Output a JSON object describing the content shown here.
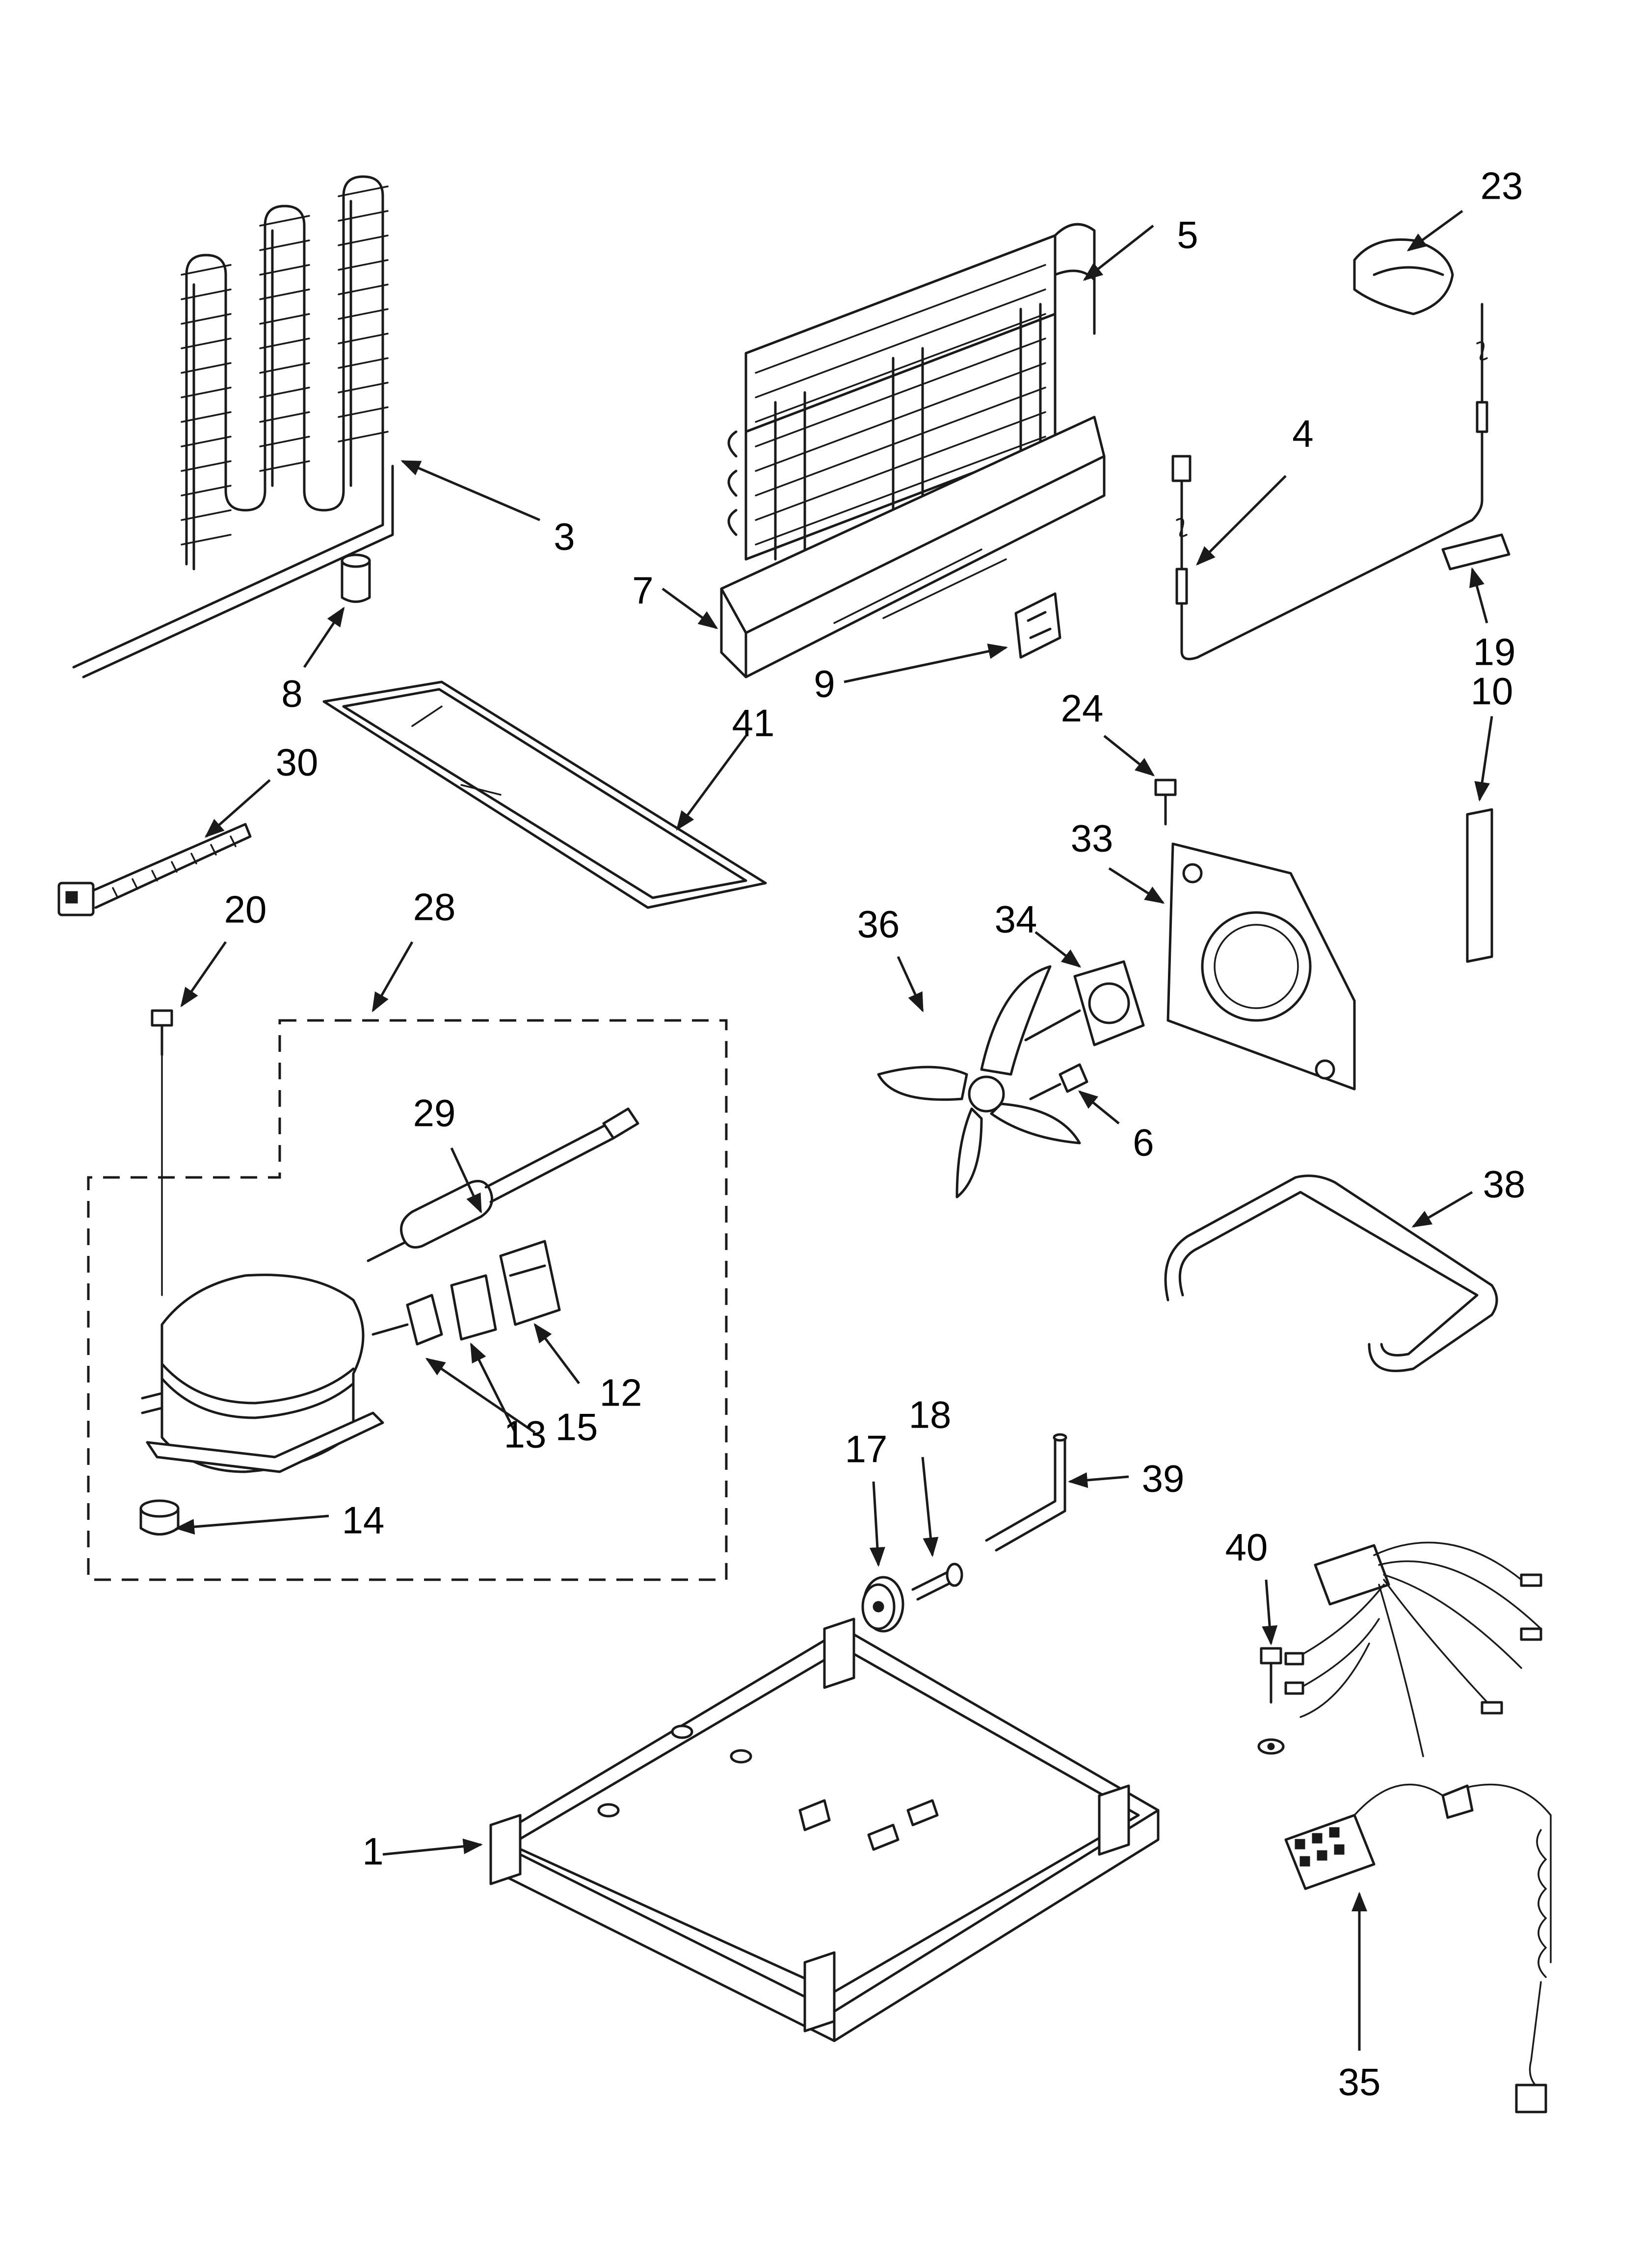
{
  "callouts": {
    "c1": "1",
    "c3": "3",
    "c4": "4",
    "c5": "5",
    "c6": "6",
    "c7": "7",
    "c8": "8",
    "c9": "9",
    "c10": "10",
    "c12": "12",
    "c13": "13",
    "c14": "14",
    "c15": "15",
    "c17": "17",
    "c18": "18",
    "c19": "19",
    "c20": "20",
    "c23": "23",
    "c24": "24",
    "c28": "28",
    "c29": "29",
    "c30": "30",
    "c33": "33",
    "c34": "34",
    "c35": "35",
    "c36": "36",
    "c38": "38",
    "c39": "39",
    "c40": "40",
    "c41": "41"
  }
}
